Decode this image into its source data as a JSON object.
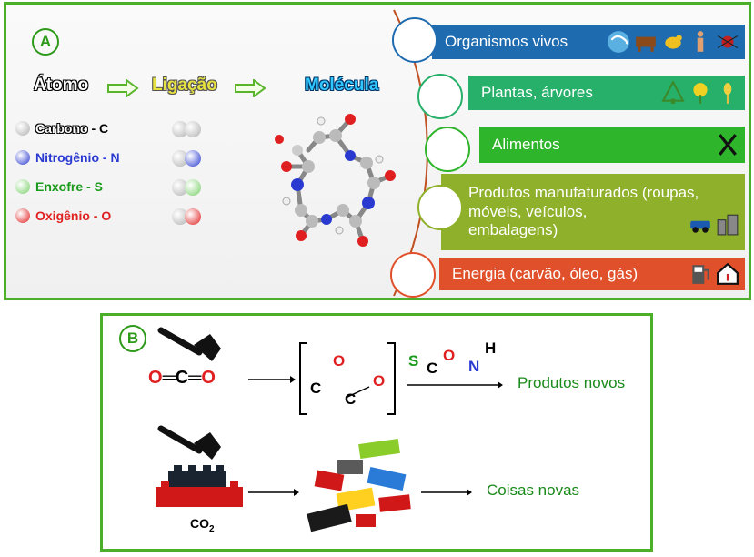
{
  "panel_a": {
    "label": "A",
    "titles": {
      "atomo": "Átomo",
      "ligacao": "Ligação",
      "molecula": "Molécula"
    },
    "elements": [
      {
        "name": "Carbono",
        "symbol": "C",
        "color": "#000000",
        "ball": "#b0b0b0"
      },
      {
        "name": "Nitrogênio",
        "symbol": "N",
        "color": "#2a3ad0",
        "ball": "#2a3ad0"
      },
      {
        "name": "Enxofre",
        "symbol": "S",
        "color": "#1a9a1a",
        "ball": "#7ad06a"
      },
      {
        "name": "Oxigênio",
        "symbol": "O",
        "color": "#e02020",
        "ball": "#e02020"
      }
    ],
    "bands": [
      {
        "label": "Organismos vivos",
        "color": "#1f6bb0",
        "icons": [
          "earth-icon",
          "cow-icon",
          "bird-icon",
          "human-icon",
          "insect-icon"
        ]
      },
      {
        "label": "Plantas, árvores",
        "color": "#26b06a",
        "icons": [
          "tree-icon",
          "flower-icon",
          "wheat-icon"
        ]
      },
      {
        "label": "Alimentos",
        "color": "#2fb52b",
        "icons": [
          "fork-knife-icon"
        ]
      },
      {
        "label_lines": [
          "Produtos manufaturados (roupas,",
          "móveis, veículos,",
          "embalagens)"
        ],
        "color": "#8fb02a",
        "icons": [
          "car-icon",
          "buildings-icon"
        ]
      },
      {
        "label": "Energia (carvão, óleo, gás)",
        "color": "#e0502a",
        "icons": [
          "fuel-pump-icon",
          "house-heat-icon"
        ]
      }
    ]
  },
  "panel_b": {
    "label": "B",
    "co2_formula": "O═C═O",
    "bracket_atoms": {
      "c1": "C",
      "o1": "O",
      "c2": "C",
      "o2": "O"
    },
    "reagents": {
      "s": "S",
      "c": "C",
      "o": "O",
      "n": "N",
      "h": "H"
    },
    "result1": "Produtos novos",
    "co2_label": {
      "main": "CO",
      "sub": "2"
    },
    "result2": "Coisas novas"
  }
}
